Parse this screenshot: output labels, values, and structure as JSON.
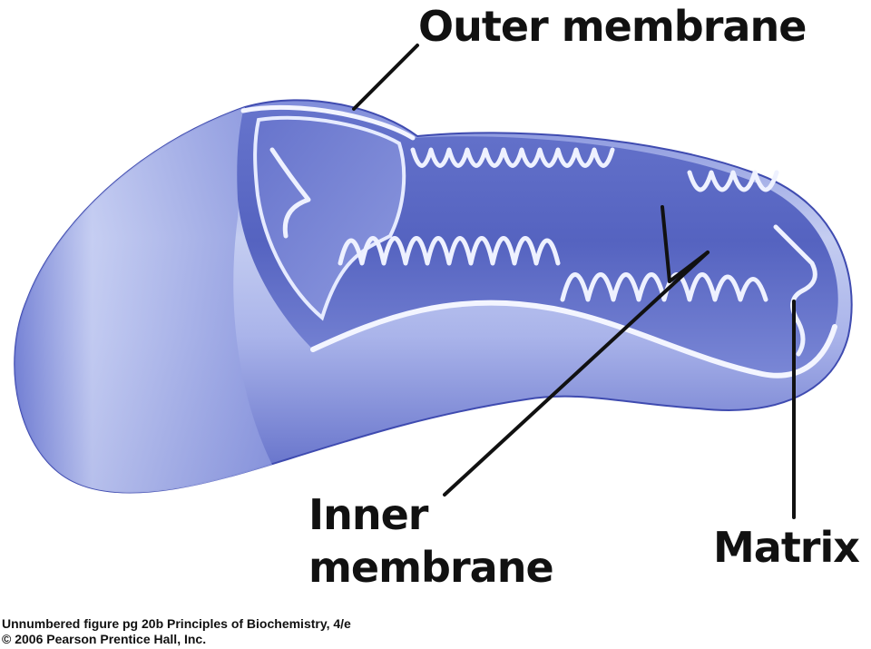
{
  "labels": {
    "outer_membrane": "Outer membrane",
    "inner_membrane_line1": "Inner",
    "inner_membrane_line2": "membrane",
    "matrix": "Matrix"
  },
  "caption": {
    "line1": "Unnumbered figure pg 20b  Principles of Biochemistry, 4/e",
    "line2": "© 2006 Pearson Prentice Hall, Inc."
  },
  "colors": {
    "membrane_light": "#c9d3f2",
    "membrane_mid": "#8391dc",
    "membrane_dark": "#3f4bb0",
    "leader_line": "#111111"
  }
}
